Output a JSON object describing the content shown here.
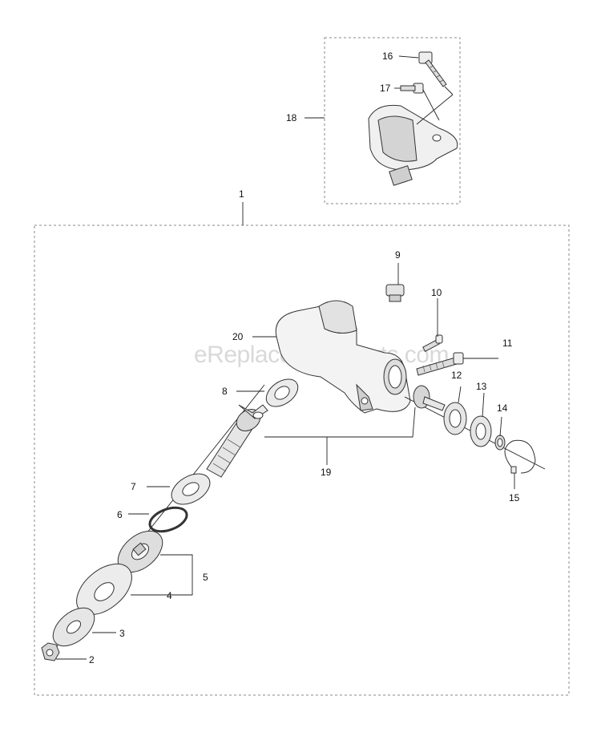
{
  "watermark": "eReplacementParts.com",
  "labels": {
    "p1": "1",
    "p2": "2",
    "p3": "3",
    "p4": "4",
    "p5": "5",
    "p6": "6",
    "p7": "7",
    "p8": "8",
    "p9": "9",
    "p10": "10",
    "p11": "11",
    "p12": "12",
    "p13": "13",
    "p14": "14",
    "p15": "15",
    "p16": "16",
    "p17": "17",
    "p18": "18",
    "p19": "19",
    "p20": "20"
  },
  "colors": {
    "part_fill": "#f2f2f2",
    "part_shade": "#c8c8c8",
    "ink": "#222222"
  }
}
